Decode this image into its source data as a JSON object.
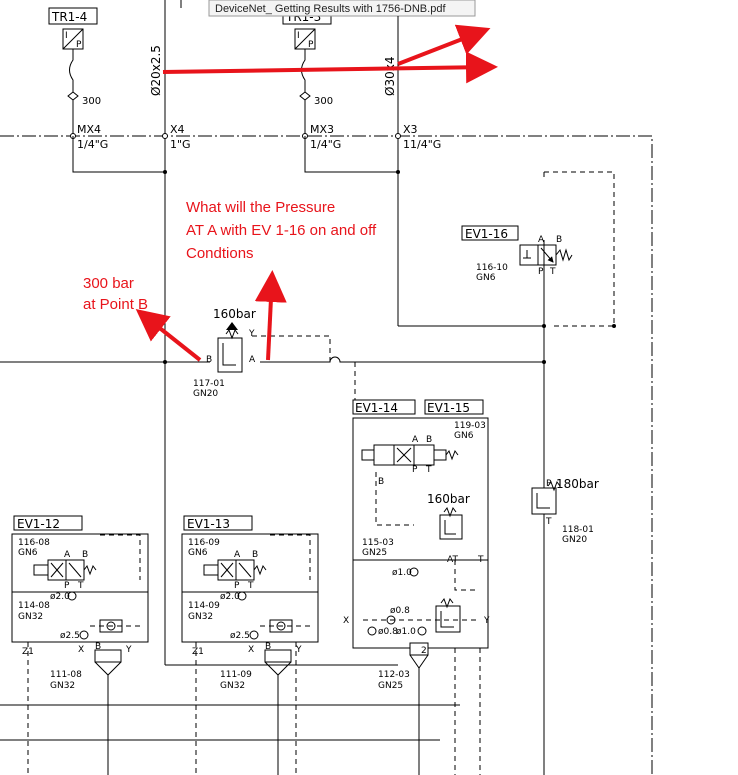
{
  "tooltip": "DeviceNet_ Getting Results with 1756-DNB.pdf",
  "annotations": {
    "question_line1": "What will the Pressure",
    "question_line2": "AT A with EV 1-16 on and off",
    "question_line3": "Condtions",
    "pointb_line1": "300 bar",
    "pointb_line2": "at Point B",
    "arrow_color": "#e8141b"
  },
  "labels": {
    "tr1_4": "TR1-4",
    "tr1_3": "TR1-3",
    "pipe_20": "Ø20x2.5",
    "pipe_30": "Ø30x4",
    "check_300_a": "300",
    "check_300_b": "300",
    "mx4": "MX4",
    "mx4_size": "1/4\"G",
    "x4": "X4",
    "x4_size": "1\"G",
    "mx3": "MX3",
    "mx3_size": "1/4\"G",
    "x3": "X3",
    "x3_size": "11/4\"G",
    "ev1_16": "EV1-16",
    "ev1_16_part": "116-10",
    "ev1_16_gn": "GN6",
    "ev1_16_a": "A",
    "ev1_16_b": "B",
    "ev1_16_p": "P",
    "ev1_16_t": "T",
    "relief_160": "160bar",
    "relief_part": "117-01",
    "relief_gn": "GN20",
    "relief_b": "B",
    "relief_a": "A",
    "relief_y": "Y",
    "ev1_14": "EV1-14",
    "ev1_15": "EV1-15",
    "ev14_part": "119-03",
    "ev14_gn": "GN6",
    "ev14_relief": "160bar",
    "ev14_sub_part": "115-03",
    "ev14_sub_gn": "GN25",
    "ev14_orifice1": "ø1.0",
    "ev14_orifice2": "ø0.8",
    "ev14_orifice3": "ø0.8",
    "ev14_orifice4": "ø1.0",
    "ev14_cart_part": "112-03",
    "ev14_cart_gn": "GN25",
    "ev14_at": "AT",
    "ev14_t": "T",
    "ev14_x": "X",
    "ev14_y": "Y",
    "ev14_z": "2",
    "relief_180": "180bar",
    "relief180_part": "118-01",
    "relief180_gn": "GN20",
    "relief180_p": "P",
    "relief180_t": "T",
    "ev1_12": "EV1-12",
    "ev12_part": "116-08",
    "ev12_gn": "GN6",
    "ev12_sub_part": "114-08",
    "ev12_sub_gn": "GN32",
    "ev12_orifice1": "ø2.0",
    "ev12_orifice2": "ø2.5",
    "ev12_cart_part": "111-08",
    "ev12_cart_gn": "GN32",
    "ev12_z1": "Z1",
    "ev12_x": "X",
    "ev12_y": "Y",
    "ev1_13": "EV1-13",
    "ev13_part": "116-09",
    "ev13_gn": "GN6",
    "ev13_sub_part": "114-09",
    "ev13_sub_gn": "GN32",
    "ev13_orifice1": "ø2.0",
    "ev13_orifice2": "ø2.5",
    "ev13_cart_part": "111-09",
    "ev13_cart_gn": "GN32",
    "ev13_z1": "Z1",
    "ev13_x": "X",
    "ev13_y": "Y"
  }
}
